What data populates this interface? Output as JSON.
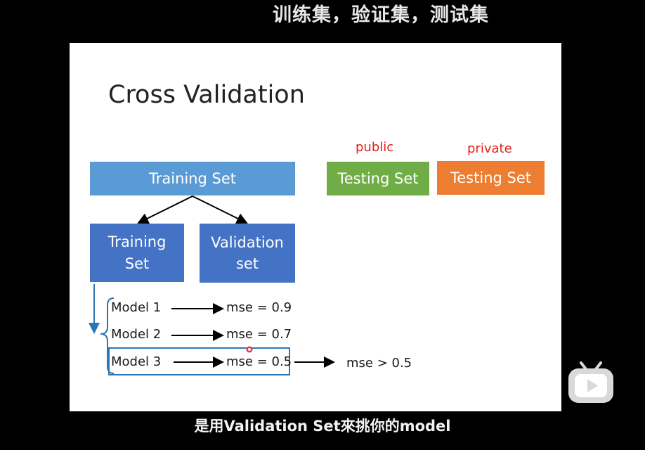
{
  "top_caption": "训练集，验证集，测试集",
  "slide": {
    "title": "Cross Validation",
    "training_set": "Training Set",
    "public_label": "public",
    "private_label": "private",
    "testing_set_public": "Testing Set",
    "testing_set_private": "Testing Set",
    "split_training": [
      "Training",
      "Set"
    ],
    "split_validation": [
      "Validation",
      "set"
    ],
    "models": [
      {
        "name": "Model 1",
        "result": "mse = 0.9"
      },
      {
        "name": "Model 2",
        "result": "mse = 0.7"
      },
      {
        "name": "Model 3",
        "result": "mse = 0.5"
      }
    ],
    "final_result": "mse > 0.5"
  },
  "bottom_caption": "是用Validation Set來挑你的model",
  "colors": {
    "training_set": "#5b9bd5",
    "split_boxes": "#4472c4",
    "testing_public": "#70ad47",
    "testing_private": "#ed7d31",
    "tag_red": "#e0201b",
    "bracket_blue": "#2e75b6"
  },
  "icons": {
    "player_badge": "bilibili-tv-icon"
  }
}
